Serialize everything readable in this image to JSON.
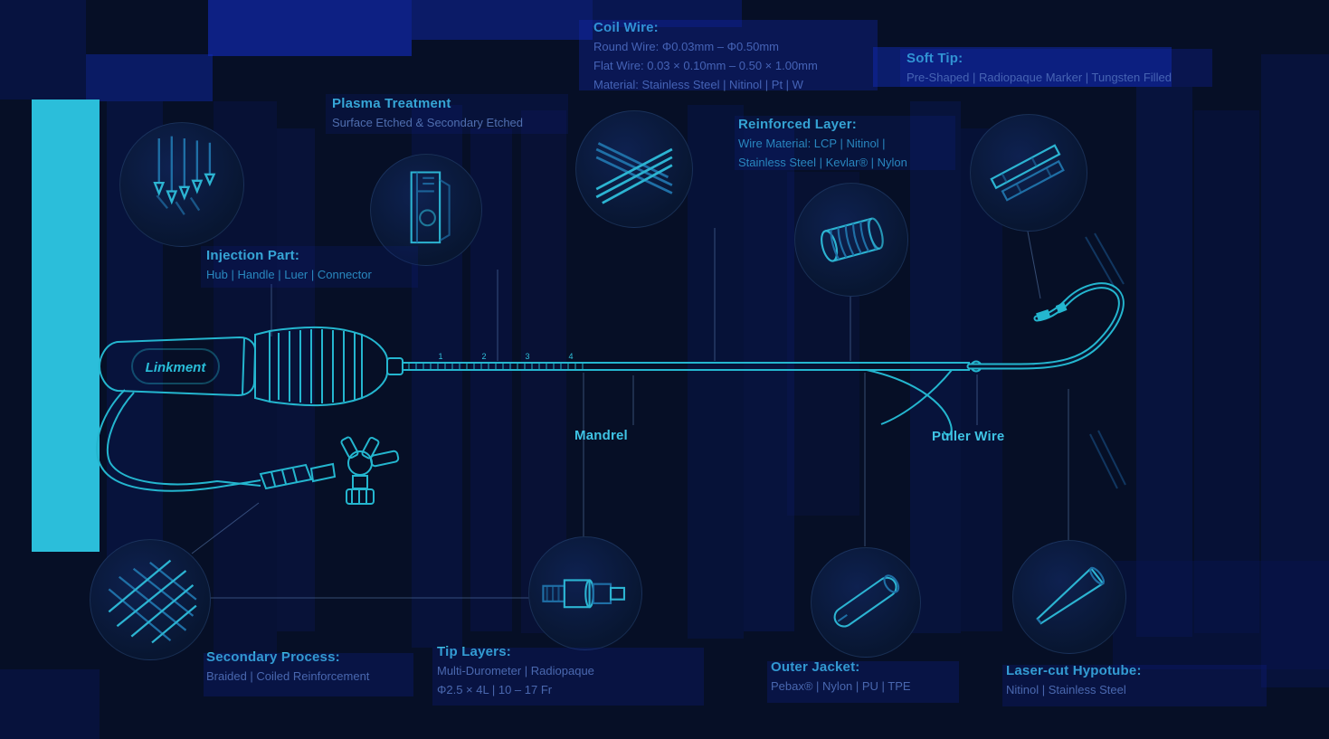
{
  "meta": {
    "title": "Catheter components diagram"
  },
  "brand": {
    "logo_text": "Linkment"
  },
  "colors": {
    "background": "#060f26",
    "accent_teal": "#2bbeda",
    "device_teal": "#24b6cf",
    "heading_text": "#3fc3e4",
    "body_text": "#5d7fb5",
    "glitch_blue": "#1430cf"
  },
  "labels": {
    "injection_part": {
      "title": "Injection Part:",
      "line1": "Hub | Handle | Luer | Connector"
    },
    "plasma_treatment": {
      "title": "Plasma Treatment",
      "line1": "Surface Etched & Secondary Etched"
    },
    "coil_wire": {
      "title": "Coil Wire:",
      "line1": "Round Wire: Φ0.03mm – Φ0.50mm",
      "line2": "Flat Wire: 0.03 × 0.10mm – 0.50 × 1.00mm",
      "line3": "Material: Stainless Steel | Nitinol | Pt | W"
    },
    "reinforced_layer": {
      "title": "Reinforced Layer:",
      "line1": "Wire Material: LCP | Nitinol |",
      "line2": "Stainless Steel | Kevlar® | Nylon"
    },
    "soft_tip": {
      "title": "Soft Tip:",
      "line1": "Pre-Shaped | Radiopaque Marker | Tungsten Filled"
    },
    "mandrel": {
      "title": "Mandrel"
    },
    "puller_wire": {
      "title": "Puller Wire"
    },
    "secondary_process": {
      "title": "Secondary Process:",
      "line1": "Braided | Coiled Reinforcement"
    },
    "tip_layers": {
      "title": "Tip Layers:",
      "line1": "Multi-Durometer | Radiopaque",
      "line2": "Φ2.5 × 4L | 10 – 17 Fr"
    },
    "outer_jacket": {
      "title": "Outer Jacket:",
      "line1": "Pebax® | Nylon | PU | TPE"
    },
    "hypotube": {
      "title": "Laser-cut Hypotube:",
      "line1": "Nitinol | Stainless Steel"
    }
  },
  "shaft": {
    "markers": [
      "1",
      "2",
      "3",
      "4"
    ]
  }
}
